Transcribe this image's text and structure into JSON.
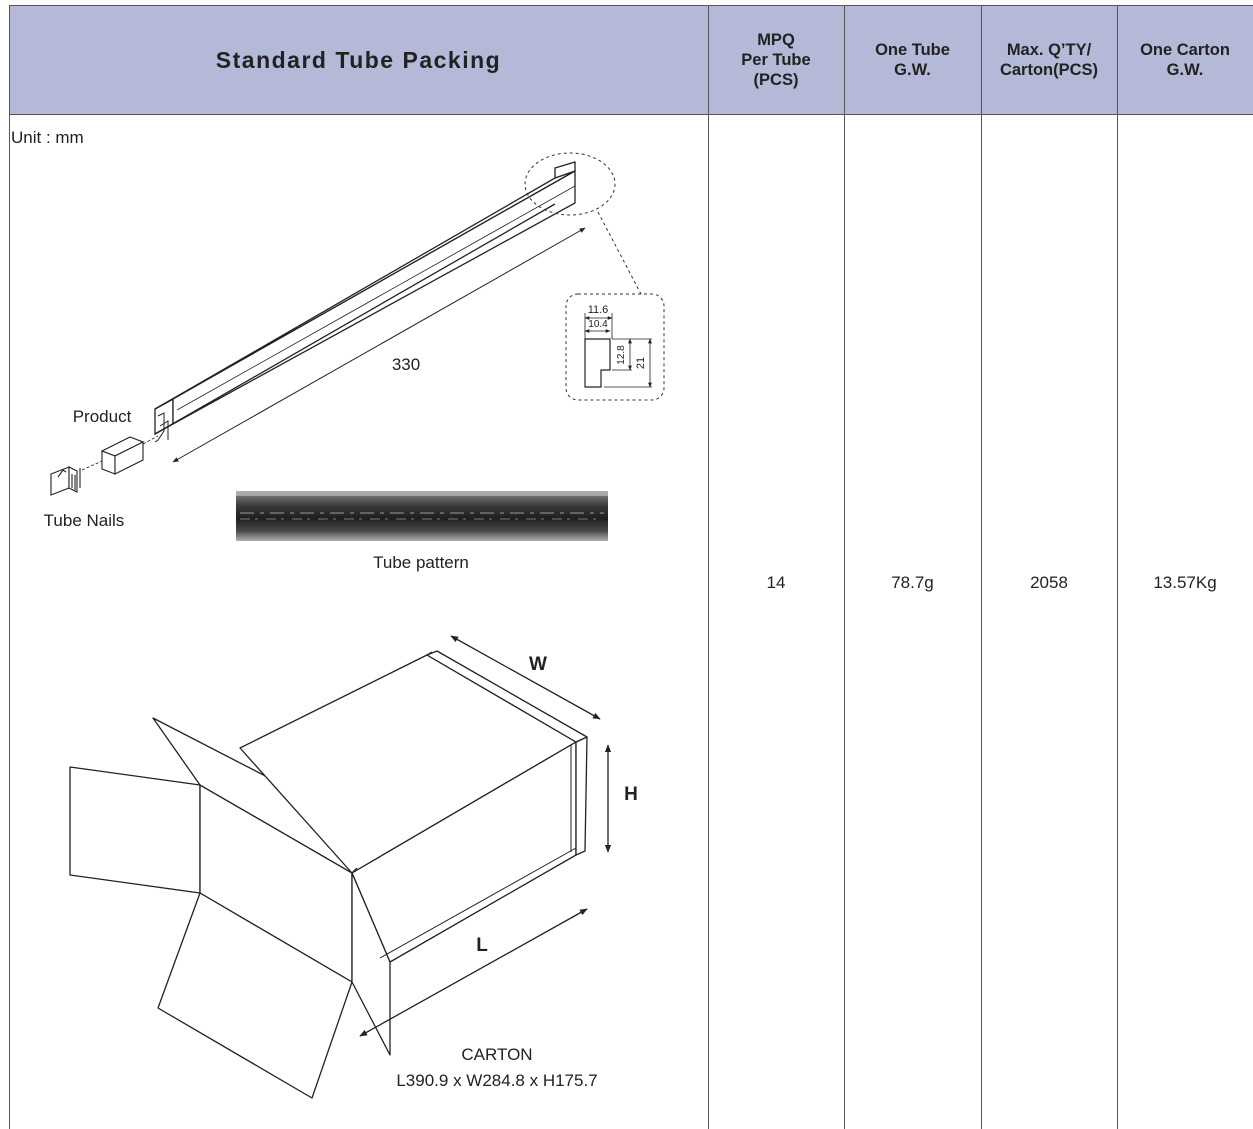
{
  "headers": {
    "main": "Standard Tube Packing",
    "mpq": "MPQ\nPer Tube\n(PCS)",
    "tube_gw": "One Tube\nG.W.",
    "max_qty": "Max. Q’TY/\nCarton(PCS)",
    "carton_gw": "One Carton\nG.W."
  },
  "values": {
    "mpq": "14",
    "tube_gw": "78.7g",
    "max_qty": "2058",
    "carton_gw": "13.57Kg"
  },
  "drawing": {
    "unit": "Unit : mm",
    "tube_length": "330",
    "product": "Product",
    "tube_nails": "Tube Nails",
    "tube_pattern": "Tube  pattern",
    "detail_w1": "11.6",
    "detail_w2": "10.4",
    "detail_h1": "12.8",
    "detail_h2": "21",
    "carton_w": "W",
    "carton_h": "H",
    "carton_l": "L",
    "carton_label": "CARTON",
    "carton_dims": "L390.9 x W284.8 x H175.7"
  }
}
